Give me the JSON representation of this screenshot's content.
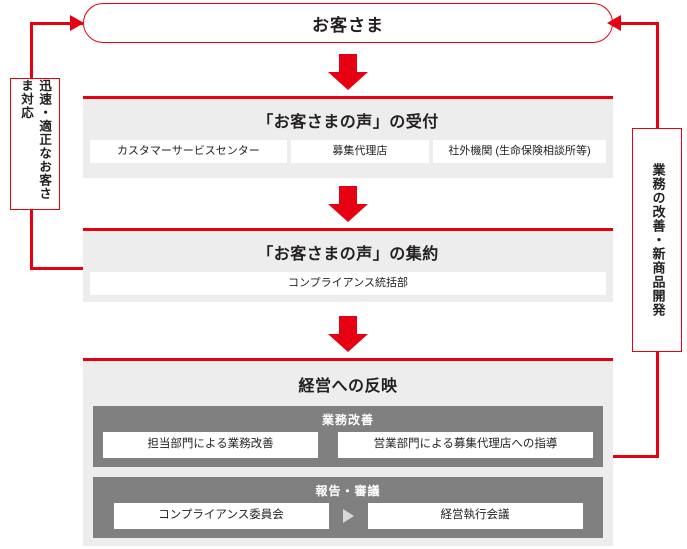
{
  "diagram": {
    "title_customer": "お客さま",
    "left_loop": {
      "label": "迅速・適正なお客さま対応",
      "label_col_right": "迅速・適正な",
      "label_col_left": "お客さま対応"
    },
    "right_loop": {
      "label": "業務の改善・新商品開発"
    },
    "stages": [
      {
        "id": "reception",
        "title": "「お客さまの声」の受付",
        "cells": [
          "カスタマーサービスセンター",
          "募集代理店",
          "社外機関 (生命保険相談所等)"
        ]
      },
      {
        "id": "aggregation",
        "title": "「お客さまの声」の集約",
        "cells": [
          "コンプライアンス統括部"
        ]
      },
      {
        "id": "management",
        "title": "経営への反映",
        "subpanels": [
          {
            "id": "gyomu-kaizen",
            "title": "業務改善",
            "cells": [
              "担当部門による業務改善",
              "営業部門による募集代理店への指導"
            ]
          },
          {
            "id": "houkoku-shingi",
            "title": "報告・審議",
            "cells": [
              "コンプライアンス委員会",
              "経営執行会議"
            ]
          }
        ]
      }
    ],
    "colors": {
      "accent_red": "#E60012",
      "panel_gray": "#EDEDED",
      "subpanel_gray": "#808080",
      "text_dark": "#231F20",
      "white": "#FFFFFF"
    }
  }
}
